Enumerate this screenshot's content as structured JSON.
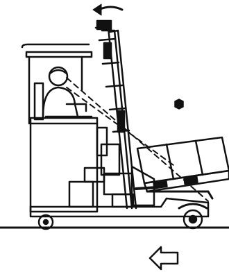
{
  "figure": {
    "background": "#ffffff",
    "ink": "#111111",
    "elements": [
      {
        "name": "mast-tilt-arrow-icon",
        "icon": "curved-arrow-left"
      },
      {
        "name": "operator-figure",
        "icon": "seated-person"
      },
      {
        "name": "reach-truck-body",
        "icon": "forklift"
      },
      {
        "name": "load-pallet",
        "icon": "tilted-crate"
      },
      {
        "name": "center-of-gravity-icon",
        "icon": "octagon-dot"
      },
      {
        "name": "direction-arrow-left-icon",
        "icon": "hollow-arrow-left"
      }
    ]
  }
}
